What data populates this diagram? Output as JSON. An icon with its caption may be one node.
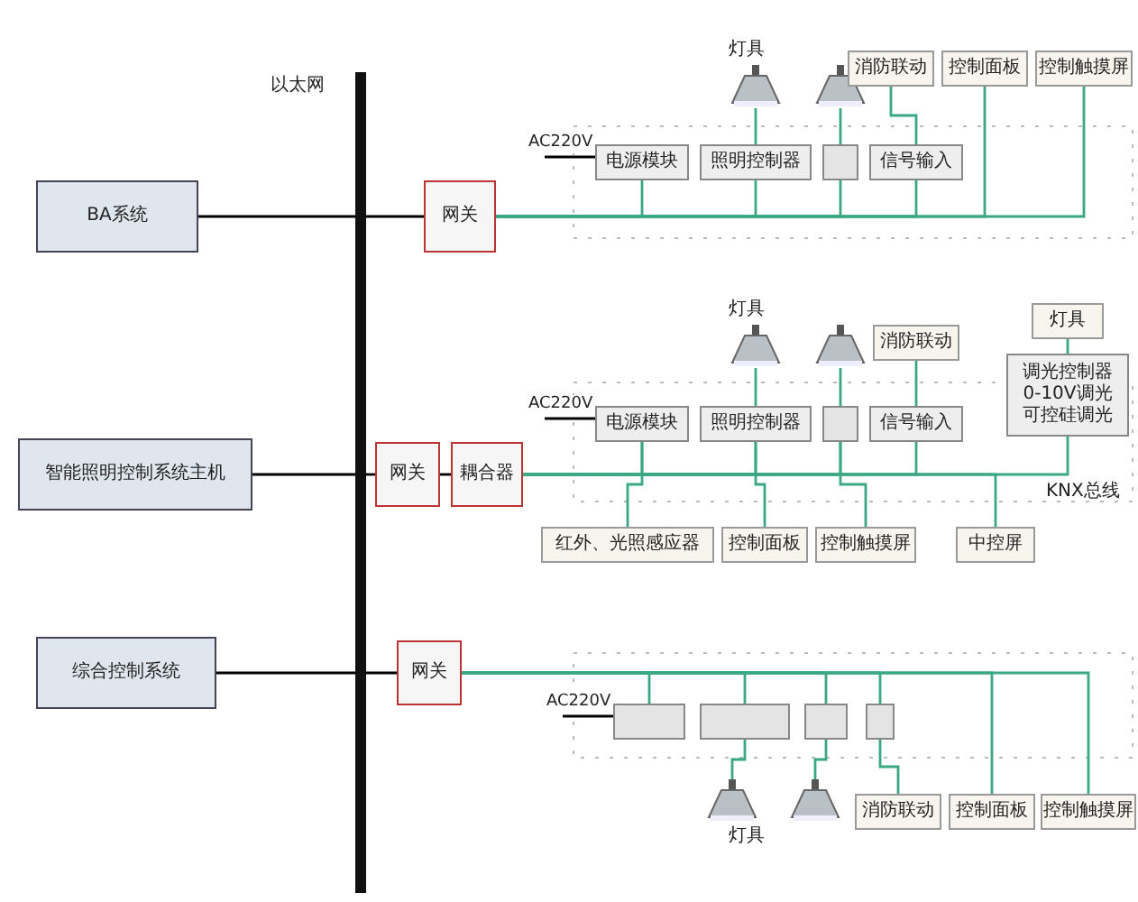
{
  "diagram": {
    "nodes": [
      {
        "text": [
          "BA系统"
        ]
      },
      {
        "text": [],
        "shape": "bar",
        "beside": [
          "以太网"
        ]
      },
      {
        "text": [
          "网关"
        ]
      },
      {
        "text": [
          "电源模块"
        ]
      },
      {
        "text": [
          "照明控制器"
        ]
      },
      {
        "text": [],
        "shape": "box"
      },
      {
        "text": [
          "信号输入"
        ]
      },
      {
        "text": [],
        "shape": "picture"
      },
      {
        "text": [],
        "shape": "picture"
      },
      {
        "text": [
          "消防联动"
        ]
      },
      {
        "text": [
          "控制面板"
        ]
      },
      {
        "text": [
          "控制触摸屏"
        ]
      },
      {
        "text": [
          "智能照明控制系统主机"
        ]
      },
      {
        "text": [
          "网关"
        ]
      },
      {
        "text": [
          "耦合器"
        ]
      },
      {
        "text": [
          "电源模块"
        ]
      },
      {
        "text": [
          "照明控制器"
        ]
      },
      {
        "text": [],
        "shape": "box"
      },
      {
        "text": [
          "信号输入"
        ]
      },
      {
        "text": [
          "调光控制器",
          "0-10V调光",
          "可控硅调光"
        ]
      },
      {
        "text": [],
        "shape": "picture"
      },
      {
        "text": [],
        "shape": "picture"
      },
      {
        "text": [
          "消防联动"
        ]
      },
      {
        "text": [
          "灯具"
        ]
      },
      {
        "text": [
          "红外、光照感应器"
        ]
      },
      {
        "text": [
          "控制面板"
        ]
      },
      {
        "text": [
          "控制触摸屏"
        ]
      },
      {
        "text": [
          "中控屏"
        ]
      },
      {
        "text": [
          "综合控制系统"
        ]
      },
      {
        "text": [
          "网关"
        ]
      },
      {
        "text": [],
        "shape": "box"
      },
      {
        "text": [],
        "shape": "box"
      },
      {
        "text": [],
        "shape": "box"
      },
      {
        "text": [],
        "shape": "box"
      },
      {
        "text": [],
        "shape": "picture"
      },
      {
        "text": [],
        "shape": "picture"
      },
      {
        "text": [
          "消防联动"
        ]
      },
      {
        "text": [
          "控制面板"
        ]
      },
      {
        "text": [
          "控制触摸屏"
        ]
      }
    ],
    "edges": [
      {
        "from": 0,
        "to": 1,
        "arrow": "none",
        "color": "#000000"
      },
      {
        "from": 1,
        "to": 2,
        "arrow": "none",
        "color": "#000000"
      },
      {
        "from": null,
        "to": 3,
        "label": "AC220V",
        "arrow": "none",
        "color": "#000000"
      },
      {
        "from": 2,
        "to": 3,
        "arrow": "none"
      },
      {
        "from": 2,
        "to": 4,
        "arrow": "none"
      },
      {
        "from": 2,
        "to": 5,
        "arrow": "none"
      },
      {
        "from": 2,
        "to": 6,
        "arrow": "none"
      },
      {
        "from": 2,
        "to": 10,
        "arrow": "none"
      },
      {
        "from": 2,
        "to": 11,
        "arrow": "none"
      },
      {
        "from": 4,
        "to": 7,
        "arrow": "none"
      },
      {
        "from": 5,
        "to": 8,
        "arrow": "none"
      },
      {
        "from": 6,
        "to": 9,
        "arrow": "none"
      },
      {
        "from": 12,
        "to": 1,
        "arrow": "none",
        "color": "#000000"
      },
      {
        "from": 1,
        "to": 13,
        "arrow": "none",
        "color": "#000000"
      },
      {
        "from": 13,
        "to": 14,
        "arrow": "none",
        "color": "#000000"
      },
      {
        "from": null,
        "to": 15,
        "label": "AC220V",
        "arrow": "none",
        "color": "#000000"
      },
      {
        "from": 14,
        "to": 15,
        "arrow": "none"
      },
      {
        "from": 14,
        "to": 16,
        "arrow": "none"
      },
      {
        "from": 14,
        "to": 17,
        "arrow": "none"
      },
      {
        "from": 14,
        "to": 18,
        "arrow": "none"
      },
      {
        "from": 14,
        "to": 19,
        "arrow": "none"
      },
      {
        "from": 14,
        "to": 27,
        "arrow": "none"
      },
      {
        "from": 15,
        "to": 24,
        "arrow": "none"
      },
      {
        "from": 16,
        "to": 25,
        "arrow": "none"
      },
      {
        "from": 17,
        "to": 26,
        "arrow": "none"
      },
      {
        "from": 16,
        "to": 20,
        "arrow": "none"
      },
      {
        "from": 17,
        "to": 21,
        "arrow": "none"
      },
      {
        "from": 18,
        "to": 22,
        "arrow": "none"
      },
      {
        "from": 19,
        "to": 23,
        "arrow": "none"
      },
      {
        "from": 28,
        "to": 1,
        "arrow": "none",
        "color": "#000000"
      },
      {
        "from": 1,
        "to": 29,
        "arrow": "none",
        "color": "#000000"
      },
      {
        "from": null,
        "to": 30,
        "label": "AC220V",
        "arrow": "none",
        "color": "#000000"
      },
      {
        "from": 29,
        "to": 30,
        "arrow": "none"
      },
      {
        "from": 29,
        "to": 31,
        "arrow": "none"
      },
      {
        "from": 29,
        "to": 32,
        "arrow": "none"
      },
      {
        "from": 29,
        "to": 33,
        "arrow": "none"
      },
      {
        "from": 29,
        "to": 37,
        "arrow": "none"
      },
      {
        "from": 29,
        "to": 38,
        "arrow": "none"
      },
      {
        "from": 31,
        "to": 34,
        "arrow": "none"
      },
      {
        "from": 32,
        "to": 35,
        "arrow": "none"
      },
      {
        "from": 33,
        "to": 36,
        "arrow": "none"
      }
    ],
    "labels": [
      "灯具",
      "灯具",
      "KNX总线",
      "灯具"
    ]
  }
}
